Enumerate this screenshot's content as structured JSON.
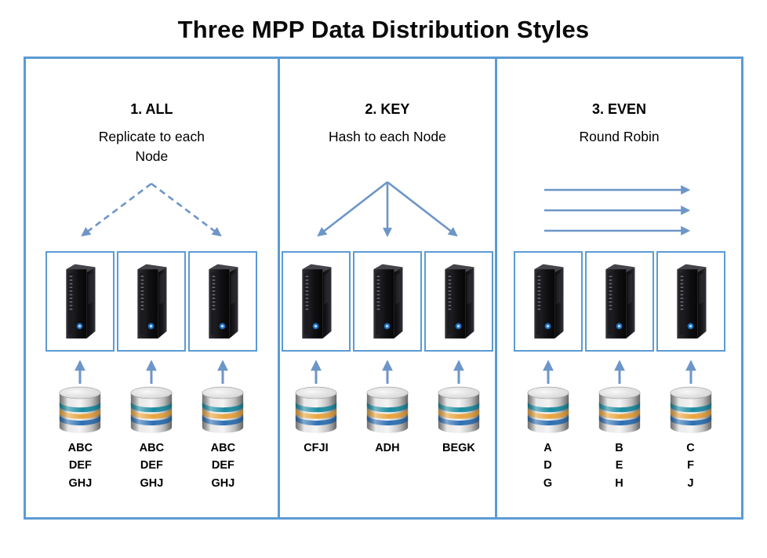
{
  "title": "Three MPP Data Distribution Styles",
  "colors": {
    "panel_border": "#5b9bd5",
    "arrow": "#6d96c8",
    "db_stripe_teal": "#1b8ba0",
    "db_stripe_orange": "#e9a43c",
    "db_stripe_blue": "#2d6fb2"
  },
  "icons": {
    "server": "server-tower-icon",
    "database": "database-cylinder-icon",
    "arrow": "arrow-icon"
  },
  "panels": [
    {
      "heading": "1. ALL",
      "subtitle": "Replicate to each\nNode",
      "labels": [
        "ABC\nDEF\nGHJ",
        "ABC\nDEF\nGHJ",
        "ABC\nDEF\nGHJ"
      ]
    },
    {
      "heading": "2. KEY",
      "subtitle": "Hash to each Node",
      "labels": [
        "CFJI",
        "ADH",
        "BEGK"
      ]
    },
    {
      "heading": "3. EVEN",
      "subtitle": "Round Robin",
      "labels": [
        "A\nD\nG",
        "B\nE\nH",
        "C\nF\nJ"
      ]
    }
  ]
}
